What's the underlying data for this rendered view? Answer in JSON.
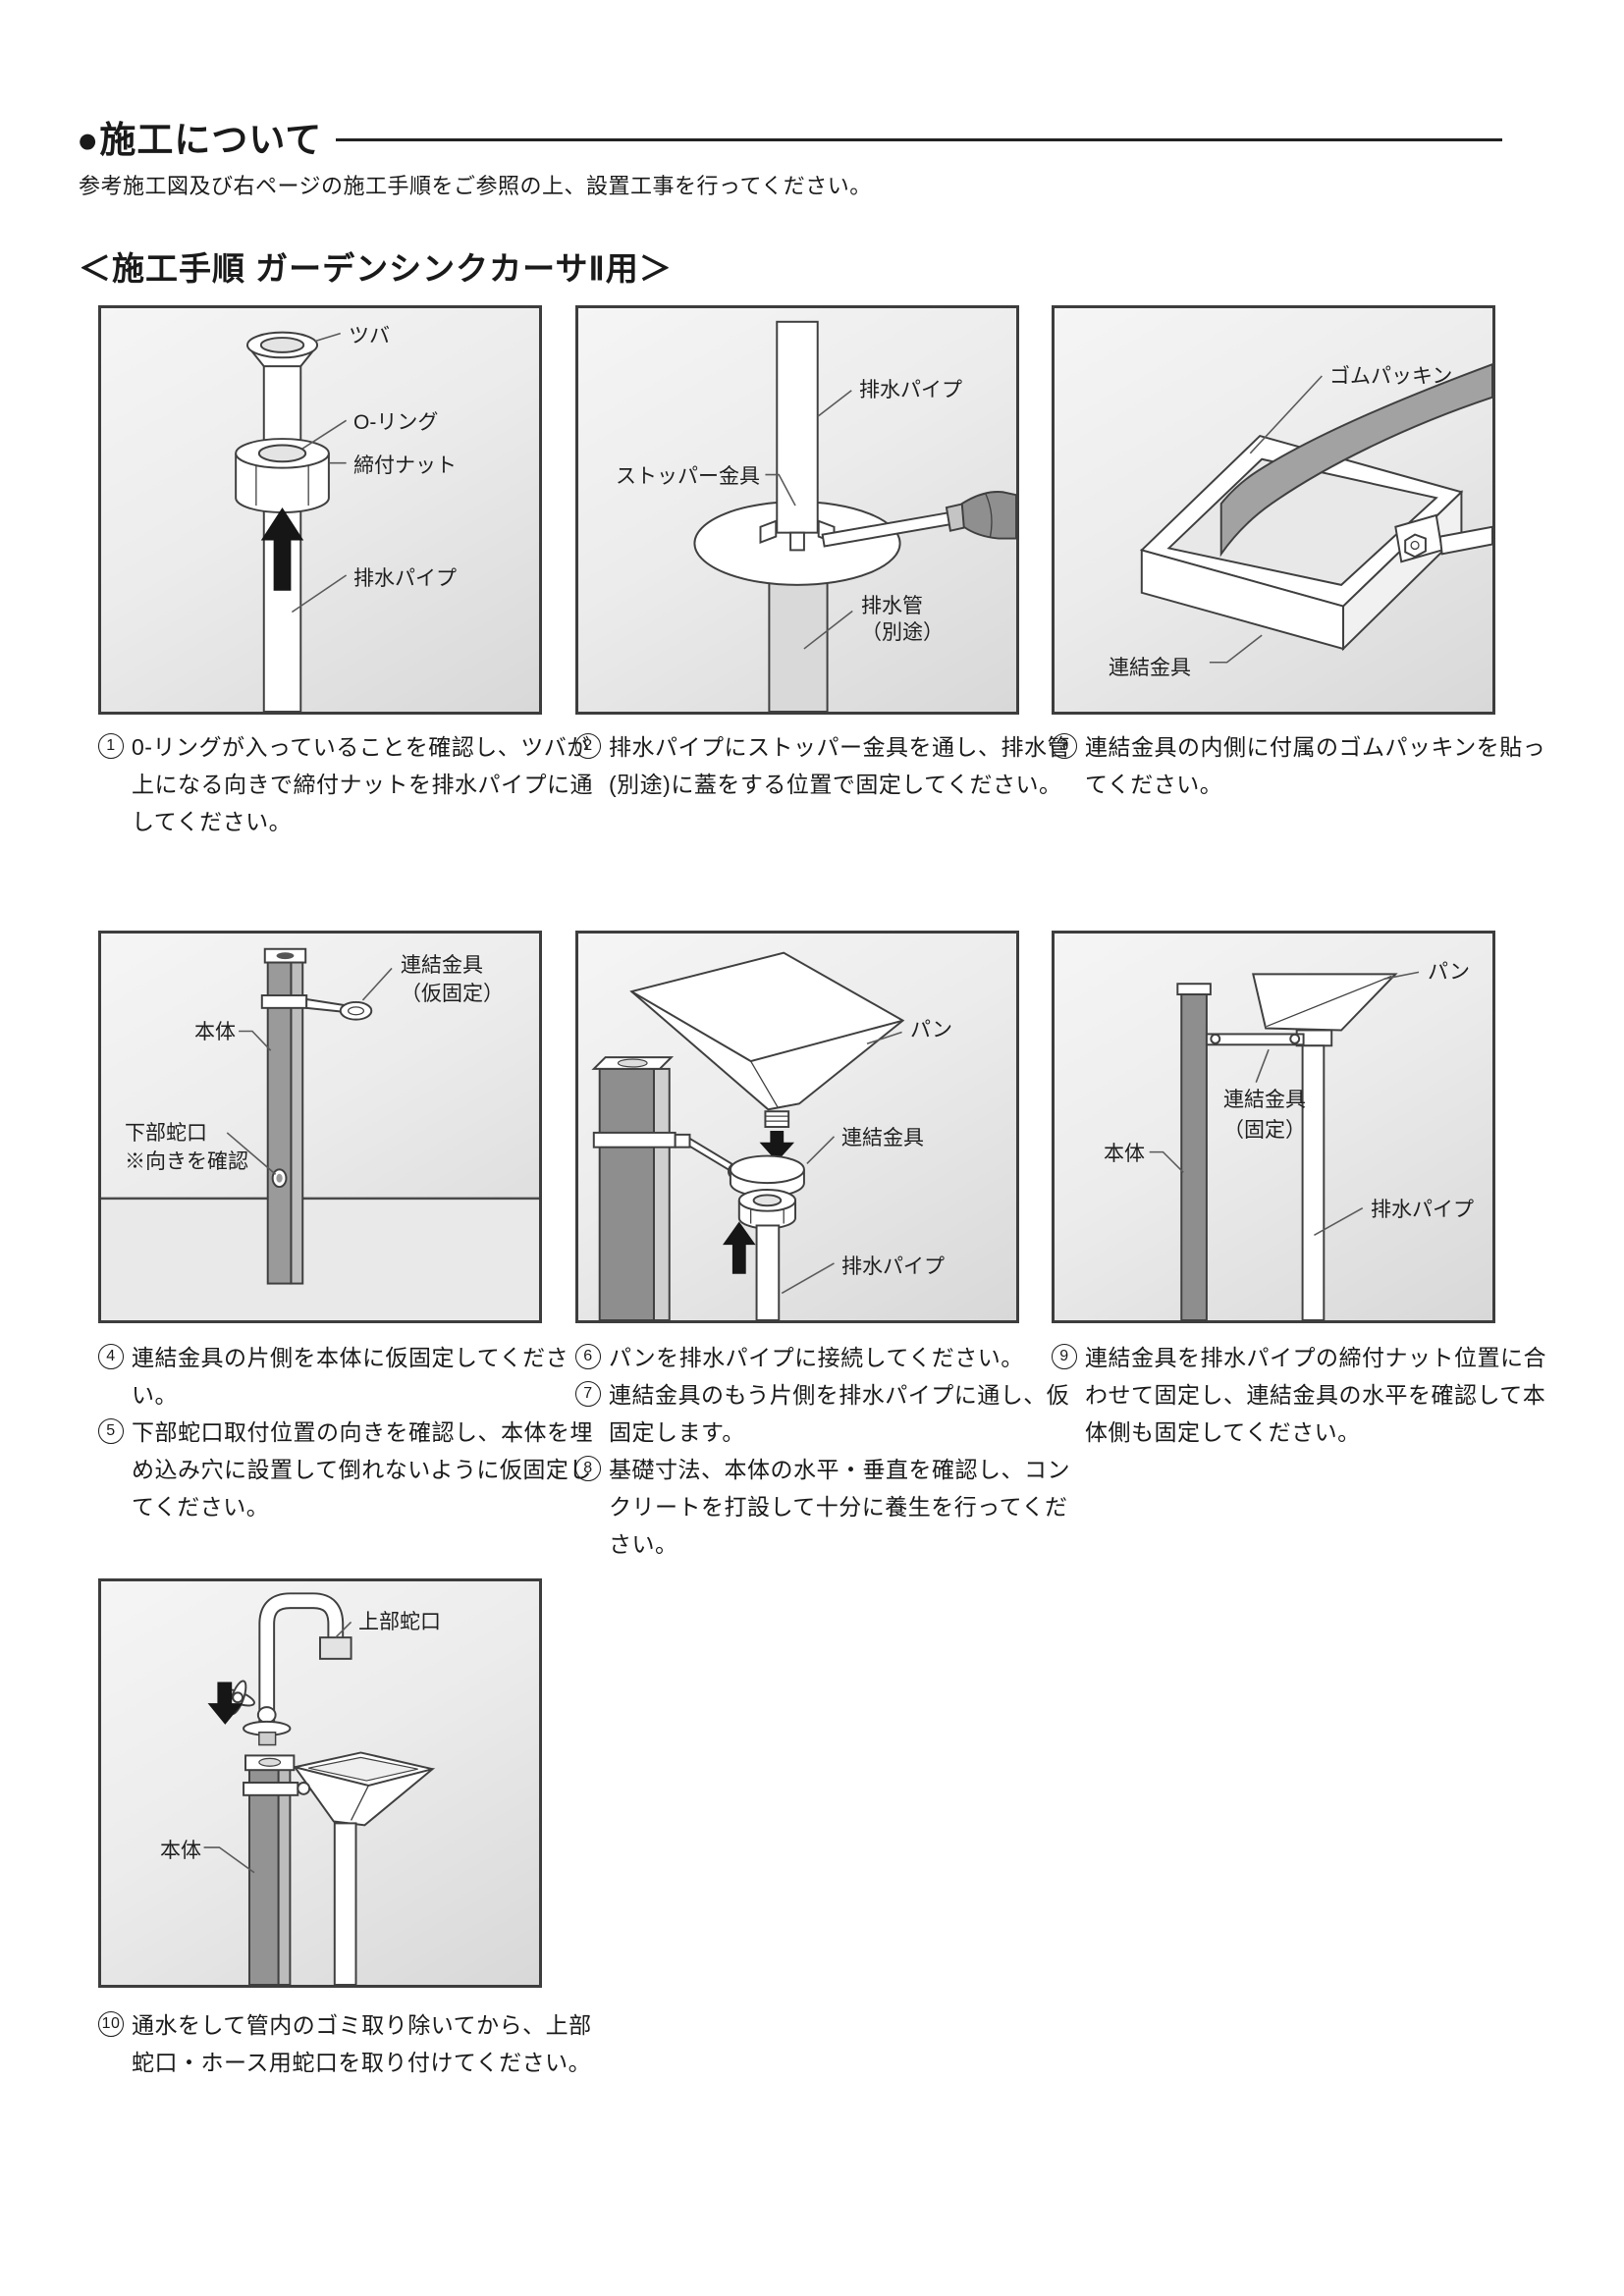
{
  "page": {
    "title": "●施工について",
    "intro": "参考施工図及び右ページの施工手順をご参照の上、設置工事を行ってください。",
    "section_title": "＜施工手順 ガーデンシンクカーサⅡ用＞"
  },
  "instructions": [
    {
      "num": "1",
      "text": "0-リングが入っていることを確認し、ツバが上になる向きで締付ナットを排水パイプに通してください。"
    },
    {
      "num": "2",
      "text": "排水パイプにストッパー金具を通し、排水管(別途)に蓋をする位置で固定してください。"
    },
    {
      "num": "3",
      "text": "連結金具の内側に付属のゴムパッキンを貼ってください。"
    },
    {
      "num": "4",
      "text": "連結金具の片側を本体に仮固定してください。"
    },
    {
      "num": "5",
      "text": "下部蛇口取付位置の向きを確認し、本体を埋め込み穴に設置して倒れないように仮固定してください。"
    },
    {
      "num": "6",
      "text": "パンを排水パイプに接続してください。"
    },
    {
      "num": "7",
      "text": "連結金具のもう片側を排水パイプに通し、仮固定します。"
    },
    {
      "num": "8",
      "text": "基礎寸法、本体の水平・垂直を確認し、コンクリートを打設して十分に養生を行ってください。"
    },
    {
      "num": "9",
      "text": "連結金具を排水パイプの締付ナット位置に合わせて固定し、連結金具の水平を確認して本体側も固定してください。"
    },
    {
      "num": "10",
      "text": "通水をして管内のゴミ取り除いてから、上部蛇口・ホース用蛇口を取り付けてください。"
    }
  ],
  "panels": [
    {
      "name": "step1-nut-and-oring",
      "labels": [
        "ツバ",
        "O-リング",
        "締付ナット",
        "排水パイプ"
      ]
    },
    {
      "name": "step2-stopper-bracket",
      "labels": [
        "排水パイプ",
        "ストッパー金具",
        "排水管",
        "（別途）"
      ]
    },
    {
      "name": "step3-rubber-packing",
      "labels": [
        "ゴムパッキン",
        "連結金具"
      ]
    },
    {
      "name": "step4-body-temporary-fix",
      "labels": [
        "連結金具",
        "（仮固定）",
        "本体",
        "下部蛇口",
        "※向きを確認"
      ]
    },
    {
      "name": "step6-pan-connection",
      "labels": [
        "パン",
        "連結金具",
        "排水パイプ"
      ]
    },
    {
      "name": "step9-bracket-fixed",
      "labels": [
        "パン",
        "連結金具",
        "（固定）",
        "本体",
        "排水パイプ"
      ]
    },
    {
      "name": "step10-upper-faucet",
      "labels": [
        "上部蛇口",
        "本体"
      ]
    }
  ],
  "colors": {
    "panel_border": "#3d3d3d",
    "panel_bg_top": "#f5f5f5",
    "panel_bg_bottom": "#d8d8d8",
    "ground_fill": "#e9e9e9",
    "metal_gray": "#8e8e8e",
    "rubber_gray": "#a2a2a2",
    "arrow_black": "#161616",
    "text": "#1a1a1a"
  }
}
